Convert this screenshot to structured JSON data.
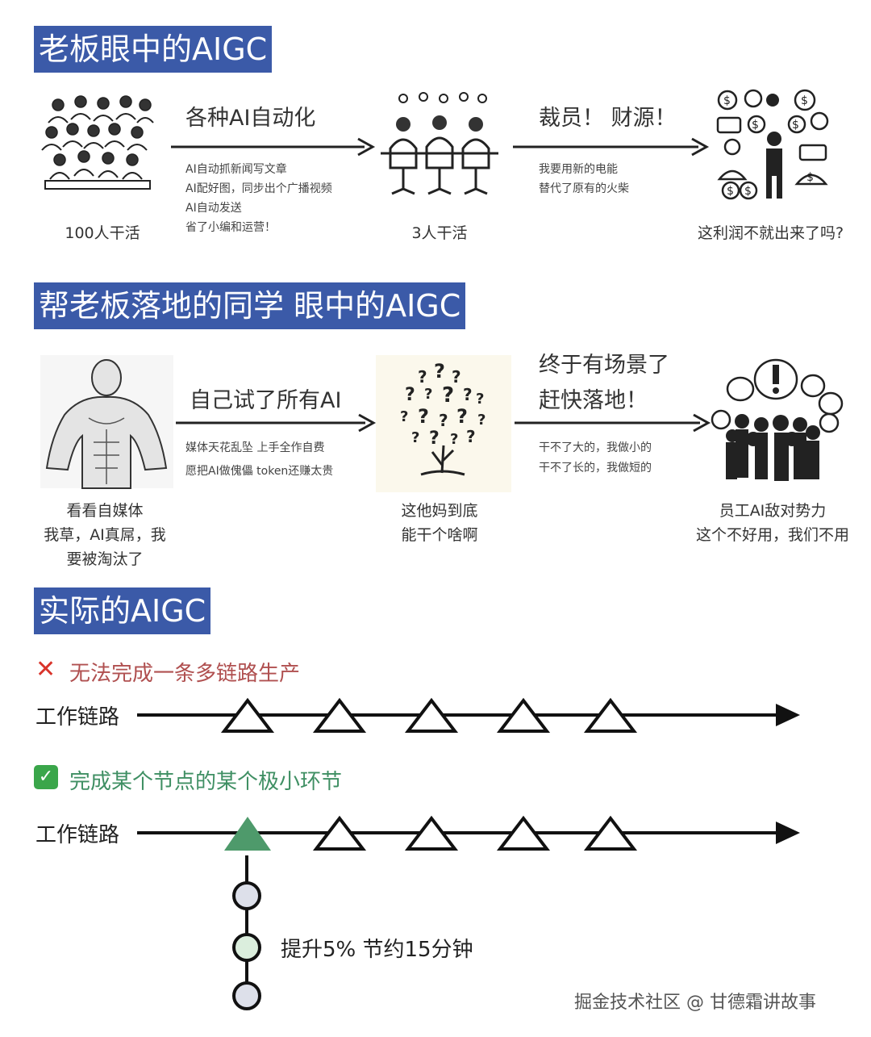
{
  "section1": {
    "title": "老板眼中的AIGC",
    "stage1_caption": "100人干活",
    "arrow1_title": "各种AI自动化",
    "arrow1_notes": [
      "AI自动抓新闻写文章",
      "AI配好图，同步出个广播视频",
      "AI自动发送",
      "省了小编和运营！"
    ],
    "stage2_caption": "3人干活",
    "arrow2_title": "裁员！ 财源！",
    "arrow2_notes": [
      "我要用新的电能",
      "替代了原有的火柴"
    ],
    "stage3_caption": "这利润不就出来了吗?"
  },
  "section2": {
    "title": "帮老板落地的同学 眼中的AIGC",
    "stage1_caption": [
      "看看自媒体",
      "我草，AI真屌，我",
      "要被淘汰了"
    ],
    "arrow1_title": "自己试了所有AI",
    "arrow1_notes": [
      "媒体天花乱坠 上手全作自费",
      "愿把AI做傀儡 token还赚太贵"
    ],
    "stage2_caption": [
      "这他妈到底",
      "能干个啥啊"
    ],
    "arrow2_title": [
      "终于有场景了",
      "赶快落地！"
    ],
    "arrow2_notes": [
      "干不了大的，我做小的",
      "干不了长的，我做短的"
    ],
    "stage3_caption": [
      "员工AI敌对势力",
      "这个不好用，我们不用"
    ]
  },
  "section3": {
    "title": "实际的AIGC",
    "fail_mark": "✕",
    "fail_text": "无法完成一条多链路生产",
    "chain1_label": "工作链路",
    "success_mark": "✓",
    "success_text": "完成某个节点的某个极小环节",
    "chain2_label": "工作链路",
    "sub_text": "提升5% 节约15分钟"
  },
  "watermark": "掘金技术社区 @ 甘德霜讲故事",
  "colors": {
    "title_bg": "#3b5aa8",
    "fail": "#d9342b",
    "fail_text": "#b05050",
    "success": "#3aa64a",
    "success_text": "#3f8f63",
    "active_triangle": "#4e9a6b"
  }
}
